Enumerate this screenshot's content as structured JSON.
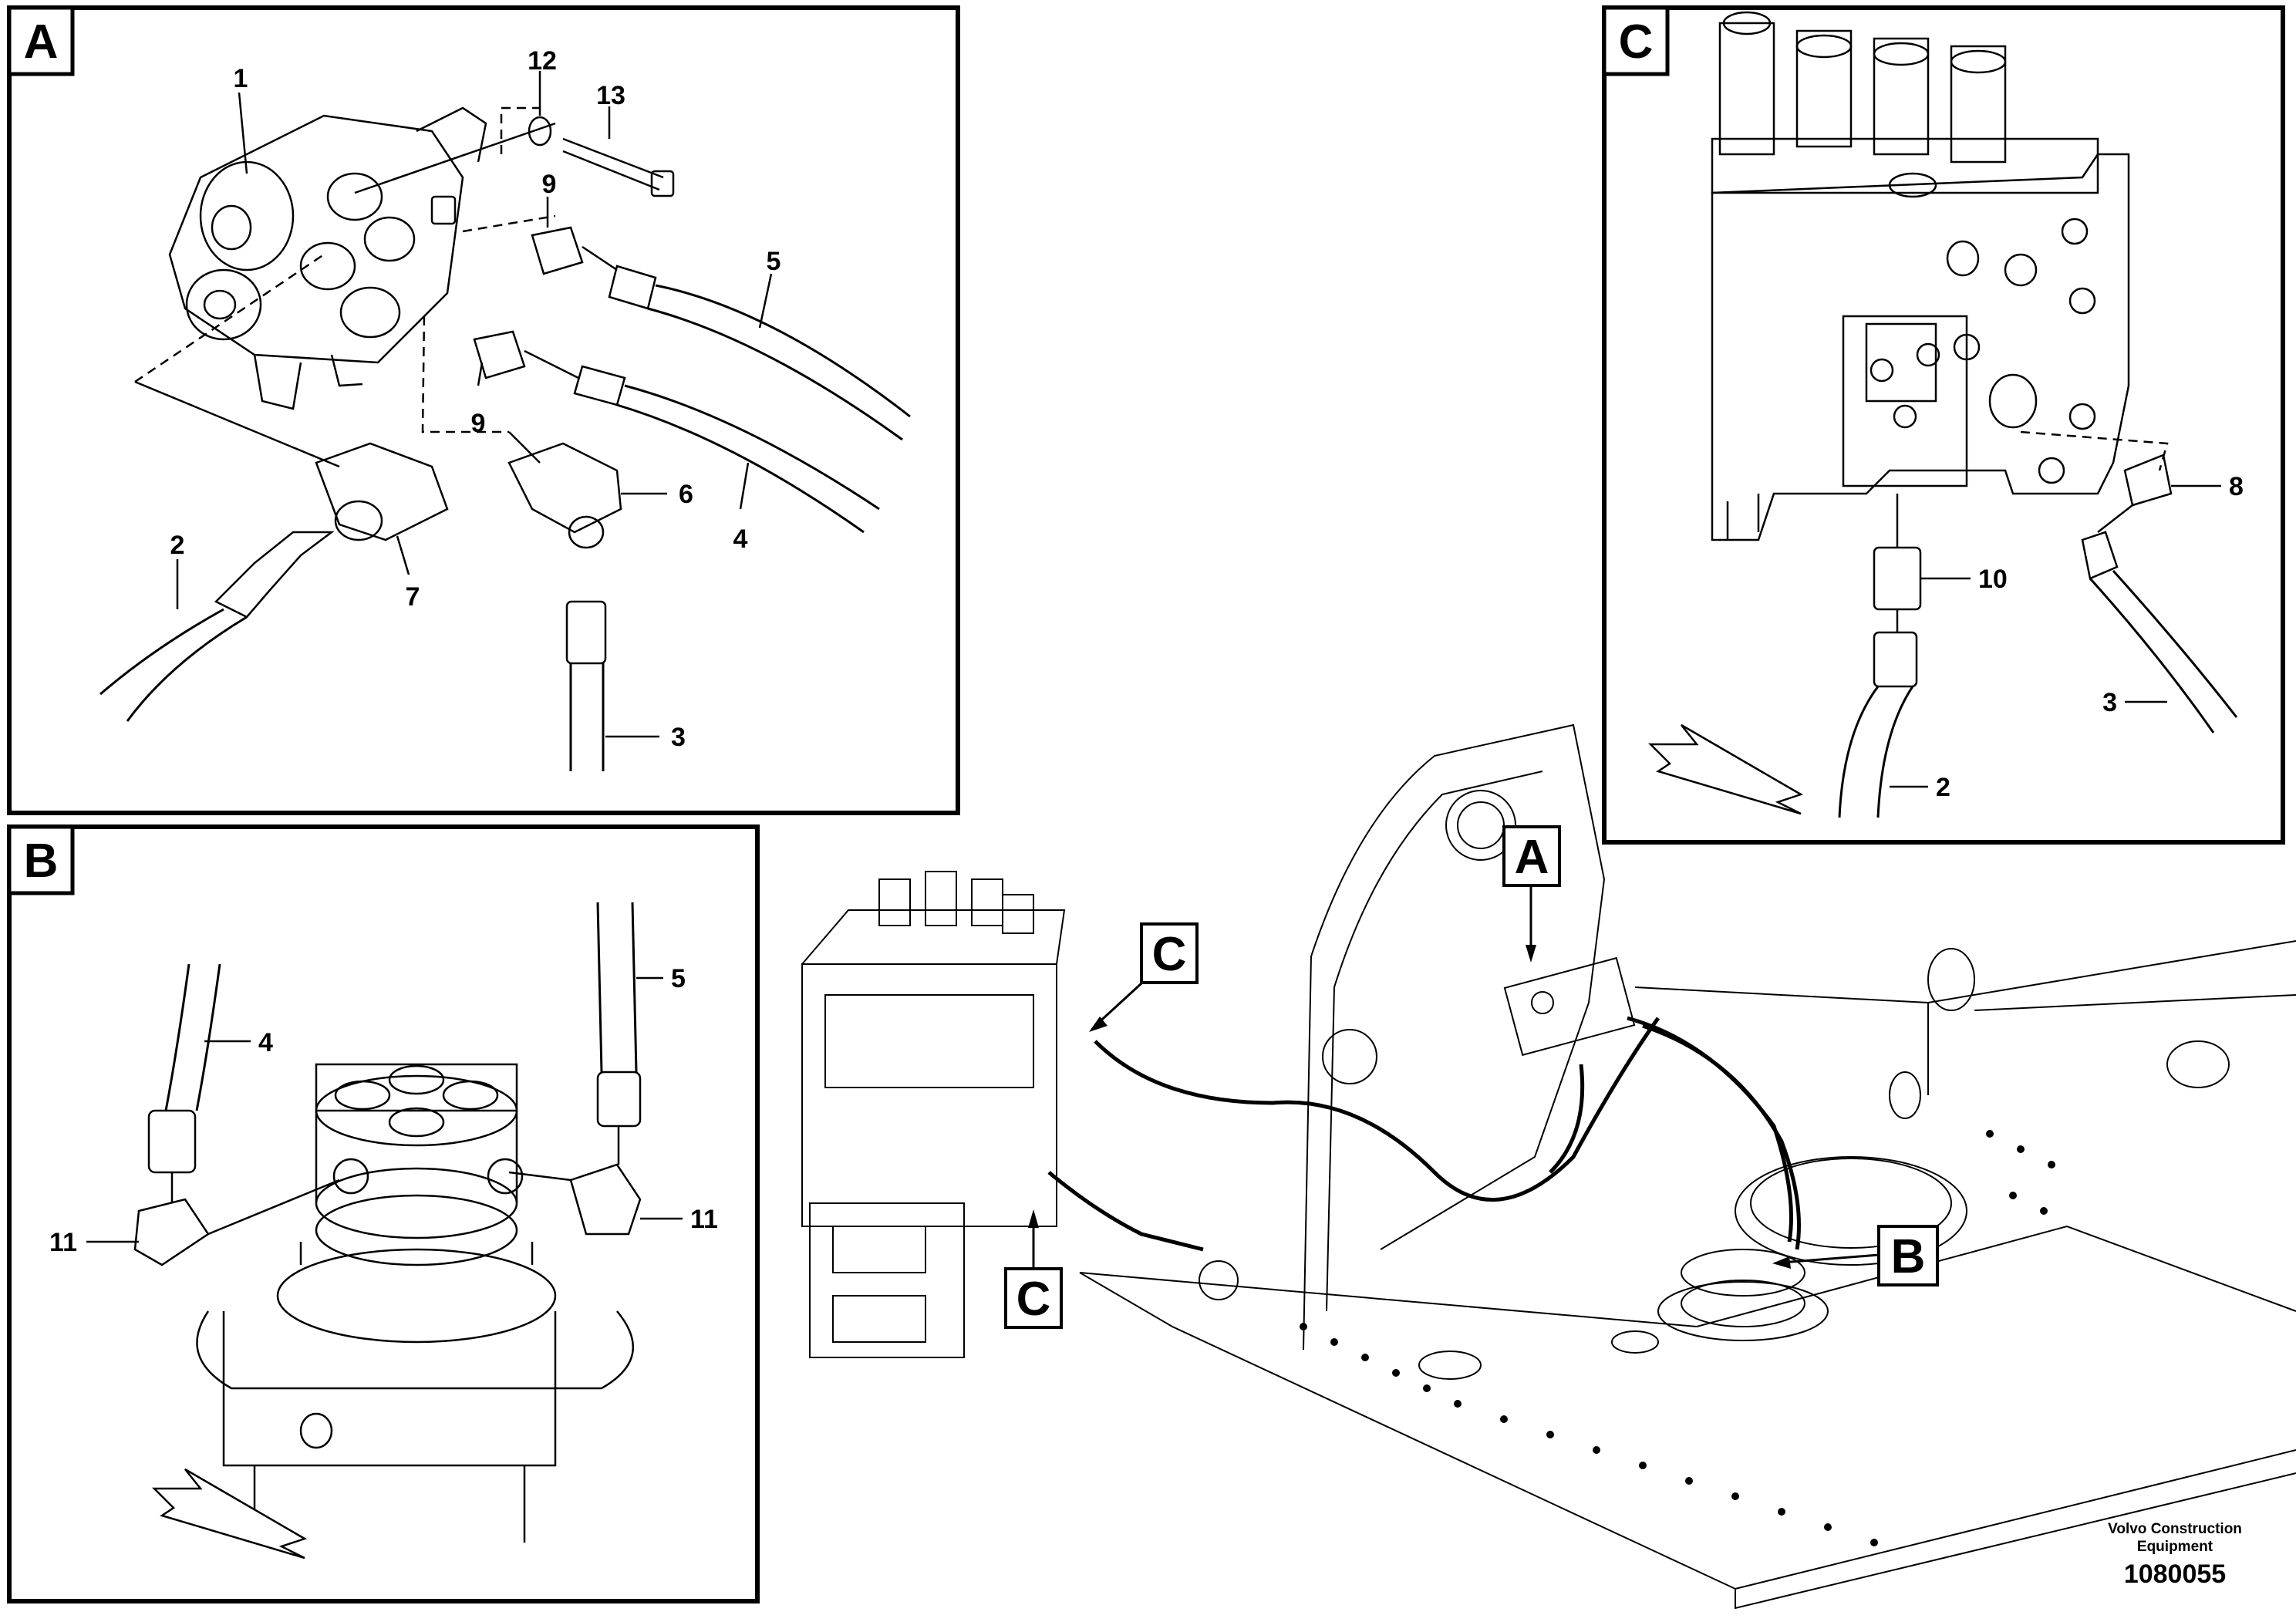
{
  "panels": {
    "A": {
      "label": "A"
    },
    "B": {
      "label": "B"
    },
    "C": {
      "label": "C"
    }
  },
  "overview_labels": {
    "A": "A",
    "B": "B",
    "C1": "C",
    "C2": "C"
  },
  "panel_a_callouts": [
    "1",
    "12",
    "13",
    "9",
    "5",
    "9",
    "4",
    "6",
    "2",
    "7",
    "3"
  ],
  "panel_b_callouts": [
    "4",
    "5",
    "11",
    "11"
  ],
  "panel_c_callouts": [
    "8",
    "10",
    "3",
    "2"
  ],
  "footer": {
    "brand_line1": "Volvo Construction",
    "brand_line2": "Equipment",
    "drawing_number": "1080055"
  }
}
